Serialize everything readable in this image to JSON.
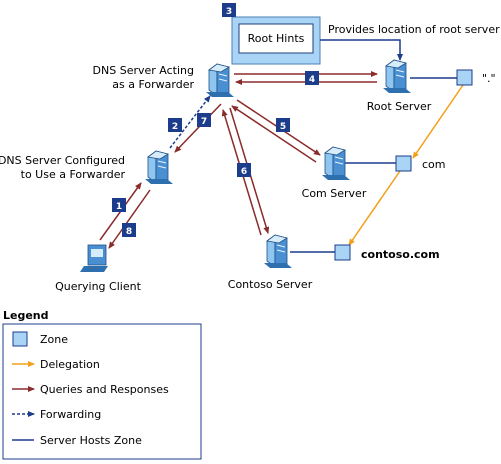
{
  "diagram": {
    "root_hints_label": "Root Hints",
    "root_hints_note": "Provides location of root server",
    "forwarder_label_line1": "DNS Server Acting",
    "forwarder_label_line2": "as a Forwarder",
    "configured_label_line1": "DNS Server Configured",
    "configured_label_line2": "to Use a Forwarder",
    "root_server_label": "Root Server",
    "com_server_label": "Com Server",
    "contoso_server_label": "Contoso Server",
    "client_label": "Querying Client",
    "zone_root": "\".\"",
    "zone_com": "com",
    "zone_contoso": "contoso.com",
    "steps": [
      "1",
      "2",
      "3",
      "4",
      "5",
      "6",
      "7",
      "8"
    ]
  },
  "legend": {
    "title": "Legend",
    "items": [
      "Zone",
      "Delegation",
      "Queries and Responses",
      "Forwarding",
      "Server Hosts Zone"
    ]
  },
  "colors": {
    "query_response": "#8b2b2b",
    "delegation": "#f3a01b",
    "forwarding": "#1c3c8c",
    "server_hosts_zone": "#1c3c8c",
    "zone_fill": "#a9d4f5",
    "step_badge": "#1c3c8c",
    "root_hints_panel": "#a9d4f5"
  }
}
